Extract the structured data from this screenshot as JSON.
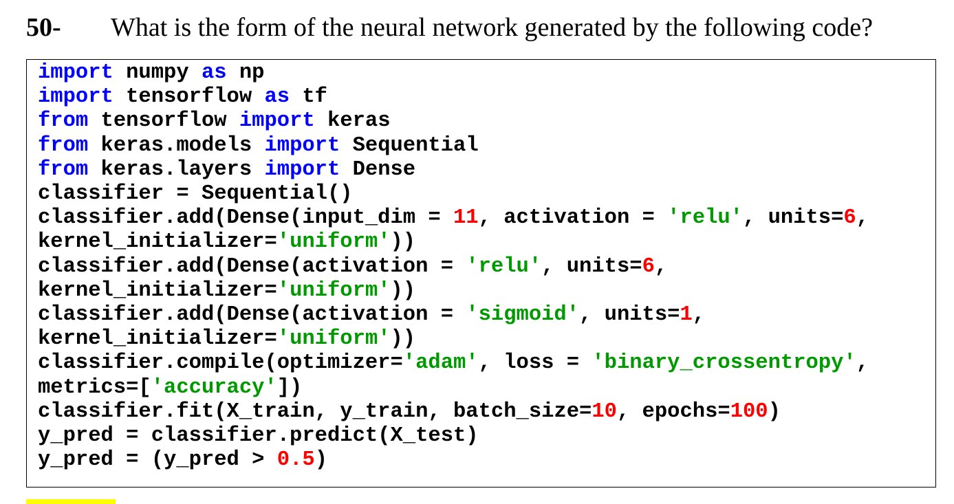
{
  "question": {
    "number": "50-",
    "text": "What is the form of the neural network generated by the following code?"
  },
  "colors": {
    "keyword": "#0000ff",
    "number": "#ff0000",
    "string": "#009a00",
    "plain": "#000000",
    "highlight": "#ffff00"
  },
  "code_lines": [
    [
      [
        "kw",
        "import"
      ],
      [
        "p",
        " numpy "
      ],
      [
        "kw",
        "as"
      ],
      [
        "p",
        " np"
      ]
    ],
    [
      [
        "kw",
        "import"
      ],
      [
        "p",
        " tensorflow "
      ],
      [
        "kw",
        "as"
      ],
      [
        "p",
        " tf"
      ]
    ],
    [
      [
        "kw",
        "from"
      ],
      [
        "p",
        " tensorflow "
      ],
      [
        "kw",
        "import"
      ],
      [
        "p",
        " keras"
      ]
    ],
    [
      [
        "kw",
        "from"
      ],
      [
        "p",
        " keras.models "
      ],
      [
        "kw",
        "import"
      ],
      [
        "p",
        " Sequential"
      ]
    ],
    [
      [
        "kw",
        "from"
      ],
      [
        "p",
        " keras.layers "
      ],
      [
        "kw",
        "import"
      ],
      [
        "p",
        " Dense"
      ]
    ],
    [
      [
        "p",
        "classifier = Sequential()"
      ]
    ],
    [
      [
        "p",
        "classifier.add(Dense(input_dim = "
      ],
      [
        "num",
        "11"
      ],
      [
        "p",
        ", activation = "
      ],
      [
        "str",
        "'relu'"
      ],
      [
        "p",
        ", units="
      ],
      [
        "num",
        "6"
      ],
      [
        "p",
        ","
      ]
    ],
    [
      [
        "p",
        "kernel_initializer="
      ],
      [
        "str",
        "'uniform'"
      ],
      [
        "p",
        "))"
      ]
    ],
    [
      [
        "p",
        "classifier.add(Dense(activation = "
      ],
      [
        "str",
        "'relu'"
      ],
      [
        "p",
        ", units="
      ],
      [
        "num",
        "6"
      ],
      [
        "p",
        ","
      ]
    ],
    [
      [
        "p",
        "kernel_initializer="
      ],
      [
        "str",
        "'uniform'"
      ],
      [
        "p",
        "))"
      ]
    ],
    [
      [
        "p",
        "classifier.add(Dense(activation = "
      ],
      [
        "str",
        "'sigmoid'"
      ],
      [
        "p",
        ", units="
      ],
      [
        "num",
        "1"
      ],
      [
        "p",
        ","
      ]
    ],
    [
      [
        "p",
        "kernel_initializer="
      ],
      [
        "str",
        "'uniform'"
      ],
      [
        "p",
        "))"
      ]
    ],
    [
      [
        "p",
        "classifier.compile(optimizer="
      ],
      [
        "str",
        "'adam'"
      ],
      [
        "p",
        ", loss = "
      ],
      [
        "str",
        "'binary_crossentropy'"
      ],
      [
        "p",
        ","
      ]
    ],
    [
      [
        "p",
        "metrics=["
      ],
      [
        "str",
        "'accuracy'"
      ],
      [
        "p",
        "])"
      ]
    ],
    [
      [
        "p",
        "classifier.fit(X_train, y_train, batch_size="
      ],
      [
        "num",
        "10"
      ],
      [
        "p",
        ", epochs="
      ],
      [
        "num",
        "100"
      ],
      [
        "p",
        ")"
      ]
    ],
    [
      [
        "p",
        "y_pred = classifier.predict(X_test)"
      ]
    ],
    [
      [
        "p",
        "y_pred = (y_pred > "
      ],
      [
        "num",
        "0.5"
      ],
      [
        "p",
        ")"
      ]
    ]
  ]
}
